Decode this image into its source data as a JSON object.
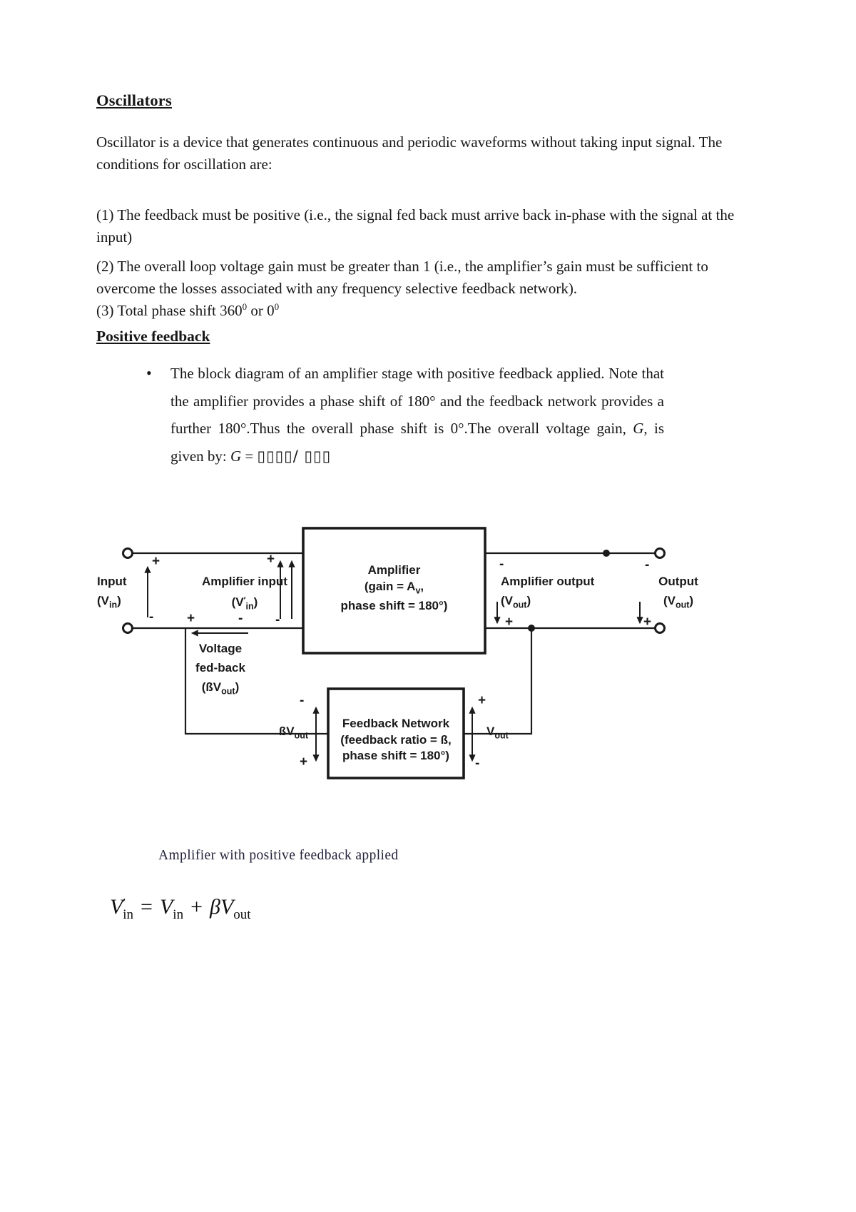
{
  "doc": {
    "title": "Oscillators",
    "para1": "Oscillator is a device that generates continuous and periodic waveforms without taking input signal. The conditions for oscillation are:",
    "item1": "(1) The feedback must be positive (i.e., the signal fed back must arrive back in-phase with the signal at the input)",
    "item2": "(2) The overall loop voltage gain must be greater than 1 (i.e., the amplifier’s gain must be sufficient to overcome the losses associated with any frequency selective feedback network).",
    "item3": {
      "pre": "(3) Total phase shift 360",
      "sup1": "0",
      "mid": " or 0",
      "sup2": "0"
    },
    "heading2": "Positive feedback",
    "bullet": {
      "marker": "•",
      "seg1": "The block diagram of an amplifier stage with positive feedback applied. Note that the amplifier provides a phase shift of 180° and the feedback network provides a further 180°.Thus the overall phase shift is 0°.The overall voltage gain, ",
      "g1": "G",
      "seg2": ", is given by: ",
      "g2": "G",
      "seg3": " = ",
      "boxes": "▯▯▯▯/ ▯▯▯"
    },
    "caption": "Amplifier with positive feedback applied"
  },
  "diagram": {
    "input": {
      "title": "Input",
      "sym_open": "(V",
      "sym_sub": "in",
      "sym_close": ")"
    },
    "amp_input": {
      "title": "Amplifier input",
      "sym_open": "(V",
      "sym_prime": "′",
      "sym_sub": "in",
      "sym_close": ")"
    },
    "amp_box": {
      "line1": "Amplifier",
      "line2_open": "(gain = A",
      "line2_sub": "v",
      "line2_close": ",",
      "line3": "phase shift = 180°)"
    },
    "amp_output": {
      "title": "Amplifier output",
      "sym_open": "(V",
      "sym_sub": "out",
      "sym_close": ")"
    },
    "output": {
      "title": "Output",
      "sym_open": "(V",
      "sym_sub": "out",
      "sym_close": ")"
    },
    "fedback": {
      "line1": "Voltage",
      "line2": "fed-back",
      "sym_open": "(ßV",
      "sym_sub": "out",
      "sym_close": ")"
    },
    "feedback_box": {
      "line1": "Feedback Network",
      "line2": "(feedback ratio = ß,",
      "line3": "phase shift = 180°)"
    },
    "beta_vout": {
      "base": "ßV",
      "sub": "out"
    },
    "vout": {
      "base": "V",
      "sub": "out"
    },
    "signs": {
      "plus": "+",
      "minus": "-"
    }
  },
  "formula": {
    "lhs_base": "V",
    "lhs_prime": "′",
    "lhs_sub": "in",
    "eq": "=",
    "t1_base": "V",
    "t1_sub": "in",
    "plus": "+",
    "t2_base": "βV",
    "t2_sub": "out"
  }
}
